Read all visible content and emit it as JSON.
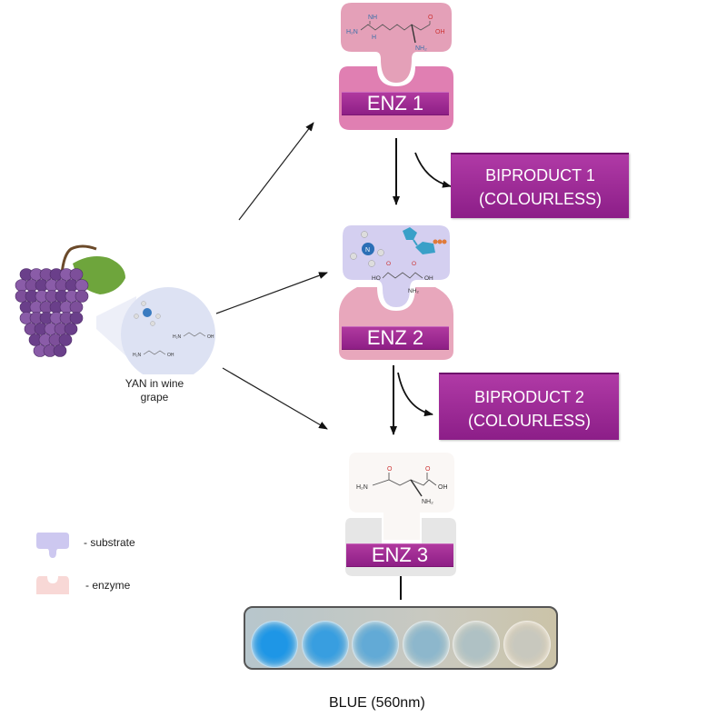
{
  "diagram": {
    "source": {
      "caption_line1": "YAN in wine",
      "caption_line2": "grape"
    },
    "enzymes": [
      {
        "label": "ENZ 1",
        "color": "#e07fb2",
        "substrate_color": "#e4a0b8"
      },
      {
        "label": "ENZ 2",
        "color": "#e8a7bc",
        "substrate_color": "#d4cff0"
      },
      {
        "label": "ENZ 3",
        "color": "#e8e8e8",
        "substrate_color": "#faf7f5"
      }
    ],
    "biproducts": [
      {
        "line1": "BIPRODUCT 1",
        "line2": "(COLOURLESS)"
      },
      {
        "line1": "BIPRODUCT 2",
        "line2": "(COLOURLESS)"
      }
    ],
    "molecules": {
      "enz1_substrate": {
        "atoms": [
          "NH",
          "H2N",
          "H",
          "O",
          "OH",
          "NH2"
        ]
      },
      "enz2_substrate": {
        "atoms": [
          "H",
          "N",
          "H",
          "H",
          "H",
          "O",
          "O",
          "HO",
          "OH",
          "NH2"
        ]
      },
      "enz3_substrate": {
        "atoms": [
          "O",
          "H2N",
          "O",
          "OH",
          "NH2"
        ]
      }
    },
    "legend": [
      {
        "label": "- substrate",
        "color": "#cdc8f0"
      },
      {
        "label": "- enzyme",
        "color": "#f8d8d6"
      }
    ],
    "result": {
      "label": "BLUE (560nm)",
      "well_intensities": [
        1.0,
        0.85,
        0.6,
        0.35,
        0.15,
        0.0
      ]
    },
    "colors": {
      "label_purple": "#9b2890",
      "arrow": "#111111",
      "grape": "#7d4f9a",
      "leaf": "#6ea53c"
    }
  }
}
